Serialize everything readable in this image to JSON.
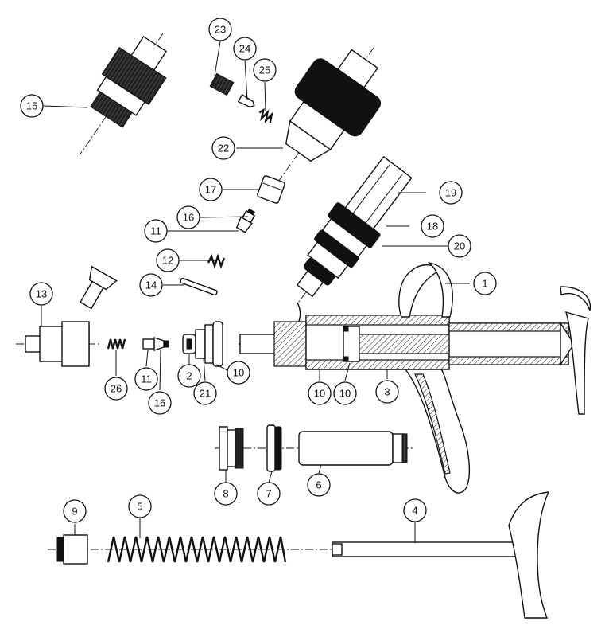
{
  "diagram": {
    "callouts": [
      {
        "id": "c1",
        "label": "1"
      },
      {
        "id": "c2",
        "label": "2"
      },
      {
        "id": "c3",
        "label": "3"
      },
      {
        "id": "c4",
        "label": "4"
      },
      {
        "id": "c5",
        "label": "5"
      },
      {
        "id": "c6",
        "label": "6"
      },
      {
        "id": "c7",
        "label": "7"
      },
      {
        "id": "c8",
        "label": "8"
      },
      {
        "id": "c9",
        "label": "9"
      },
      {
        "id": "c10a",
        "label": "10"
      },
      {
        "id": "c10b",
        "label": "10"
      },
      {
        "id": "c10c",
        "label": "10"
      },
      {
        "id": "c11a",
        "label": "11"
      },
      {
        "id": "c11b",
        "label": "11"
      },
      {
        "id": "c12",
        "label": "12"
      },
      {
        "id": "c13",
        "label": "13"
      },
      {
        "id": "c14",
        "label": "14"
      },
      {
        "id": "c15",
        "label": "15"
      },
      {
        "id": "c16a",
        "label": "16"
      },
      {
        "id": "c16b",
        "label": "16"
      },
      {
        "id": "c17",
        "label": "17"
      },
      {
        "id": "c18",
        "label": "18"
      },
      {
        "id": "c19",
        "label": "19"
      },
      {
        "id": "c20",
        "label": "20"
      },
      {
        "id": "c21",
        "label": "21"
      },
      {
        "id": "c22",
        "label": "22"
      },
      {
        "id": "c23",
        "label": "23"
      },
      {
        "id": "c24",
        "label": "24"
      },
      {
        "id": "c25",
        "label": "25"
      },
      {
        "id": "c26",
        "label": "26"
      }
    ]
  }
}
